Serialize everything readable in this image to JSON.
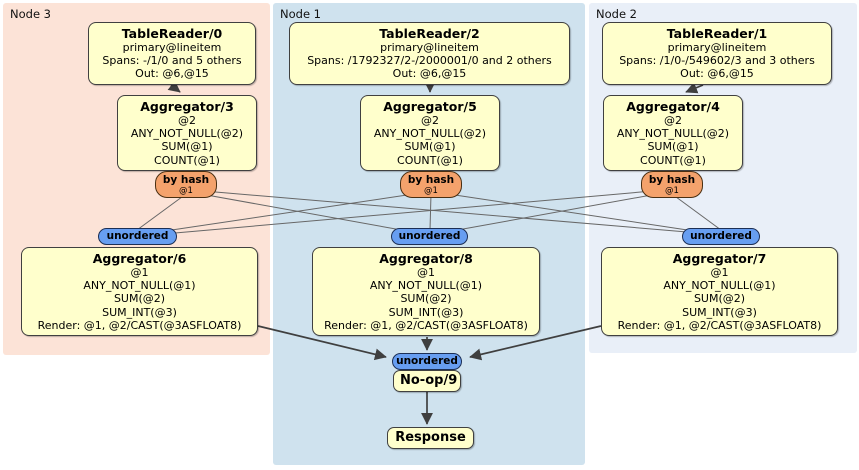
{
  "colors": {
    "node3_bg": "#fce3d7",
    "node1_bg": "#cfe2ee",
    "node2_bg": "#e9eff8",
    "box_bg": "#ffffcc",
    "box_border": "#404040",
    "router_bg": "#f4a26c",
    "stream_bg": "#679ef1",
    "edge_thin": "#676767",
    "edge_main": "#3f3f3f"
  },
  "regions": [
    {
      "label": "Node 3"
    },
    {
      "label": "Node 1"
    },
    {
      "label": "Node 2"
    }
  ],
  "processors": {
    "tr0": {
      "title": "TableReader/0",
      "lines": [
        "primary@lineitem",
        "Spans: -/1/0 and 5 others",
        "Out: @6,@15"
      ]
    },
    "tr2": {
      "title": "TableReader/2",
      "lines": [
        "primary@lineitem",
        "Spans: /1792327/2-/2000001/0 and 2 others",
        "Out: @6,@15"
      ]
    },
    "tr1": {
      "title": "TableReader/1",
      "lines": [
        "primary@lineitem",
        "Spans: /1/0-/549602/3 and 3 others",
        "Out: @6,@15"
      ]
    },
    "agg3": {
      "title": "Aggregator/3",
      "lines": [
        "@2",
        "ANY_NOT_NULL(@2)",
        "SUM(@1)",
        "COUNT(@1)"
      ]
    },
    "agg5": {
      "title": "Aggregator/5",
      "lines": [
        "@2",
        "ANY_NOT_NULL(@2)",
        "SUM(@1)",
        "COUNT(@1)"
      ]
    },
    "agg4": {
      "title": "Aggregator/4",
      "lines": [
        "@2",
        "ANY_NOT_NULL(@2)",
        "SUM(@1)",
        "COUNT(@1)"
      ]
    },
    "agg6": {
      "title": "Aggregator/6",
      "lines": [
        "@1",
        "ANY_NOT_NULL(@1)",
        "SUM(@2)",
        "SUM_INT(@3)",
        "Render: @1, @2/CAST(@3ASFLOAT8)"
      ]
    },
    "agg8": {
      "title": "Aggregator/8",
      "lines": [
        "@1",
        "ANY_NOT_NULL(@1)",
        "SUM(@2)",
        "SUM_INT(@3)",
        "Render: @1, @2/CAST(@3ASFLOAT8)"
      ]
    },
    "agg7": {
      "title": "Aggregator/7",
      "lines": [
        "@1",
        "ANY_NOT_NULL(@1)",
        "SUM(@2)",
        "SUM_INT(@3)",
        "Render: @1, @2/CAST(@3ASFLOAT8)"
      ]
    },
    "noop": {
      "title": "No-op/9"
    },
    "response": {
      "title": "Response"
    }
  },
  "router": {
    "label": "by hash",
    "detail": "@1"
  },
  "stream": {
    "label": "unordered"
  }
}
